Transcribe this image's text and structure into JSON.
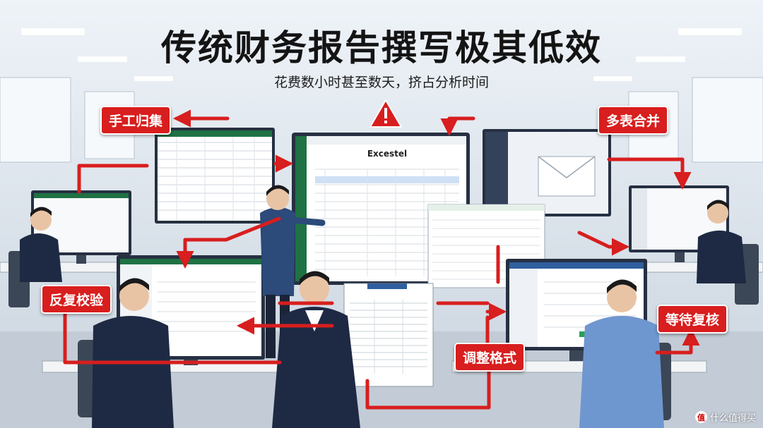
{
  "title": "传统财务报告撰写极其低效",
  "subtitle": "花费数小时甚至数天，挤占分析时间",
  "labels": {
    "manual_collect": "手工归集",
    "merge_tables": "多表合并",
    "repeated_check": "反复校验",
    "wait_review": "等待复核",
    "adjust_format": "调整格式"
  },
  "main_screen_title": "Excestel",
  "watermark": "什么值得买",
  "colors": {
    "accent_red": "#d81e1e",
    "excel_green": "#1f7244",
    "suit_navy": "#1e2a44"
  }
}
